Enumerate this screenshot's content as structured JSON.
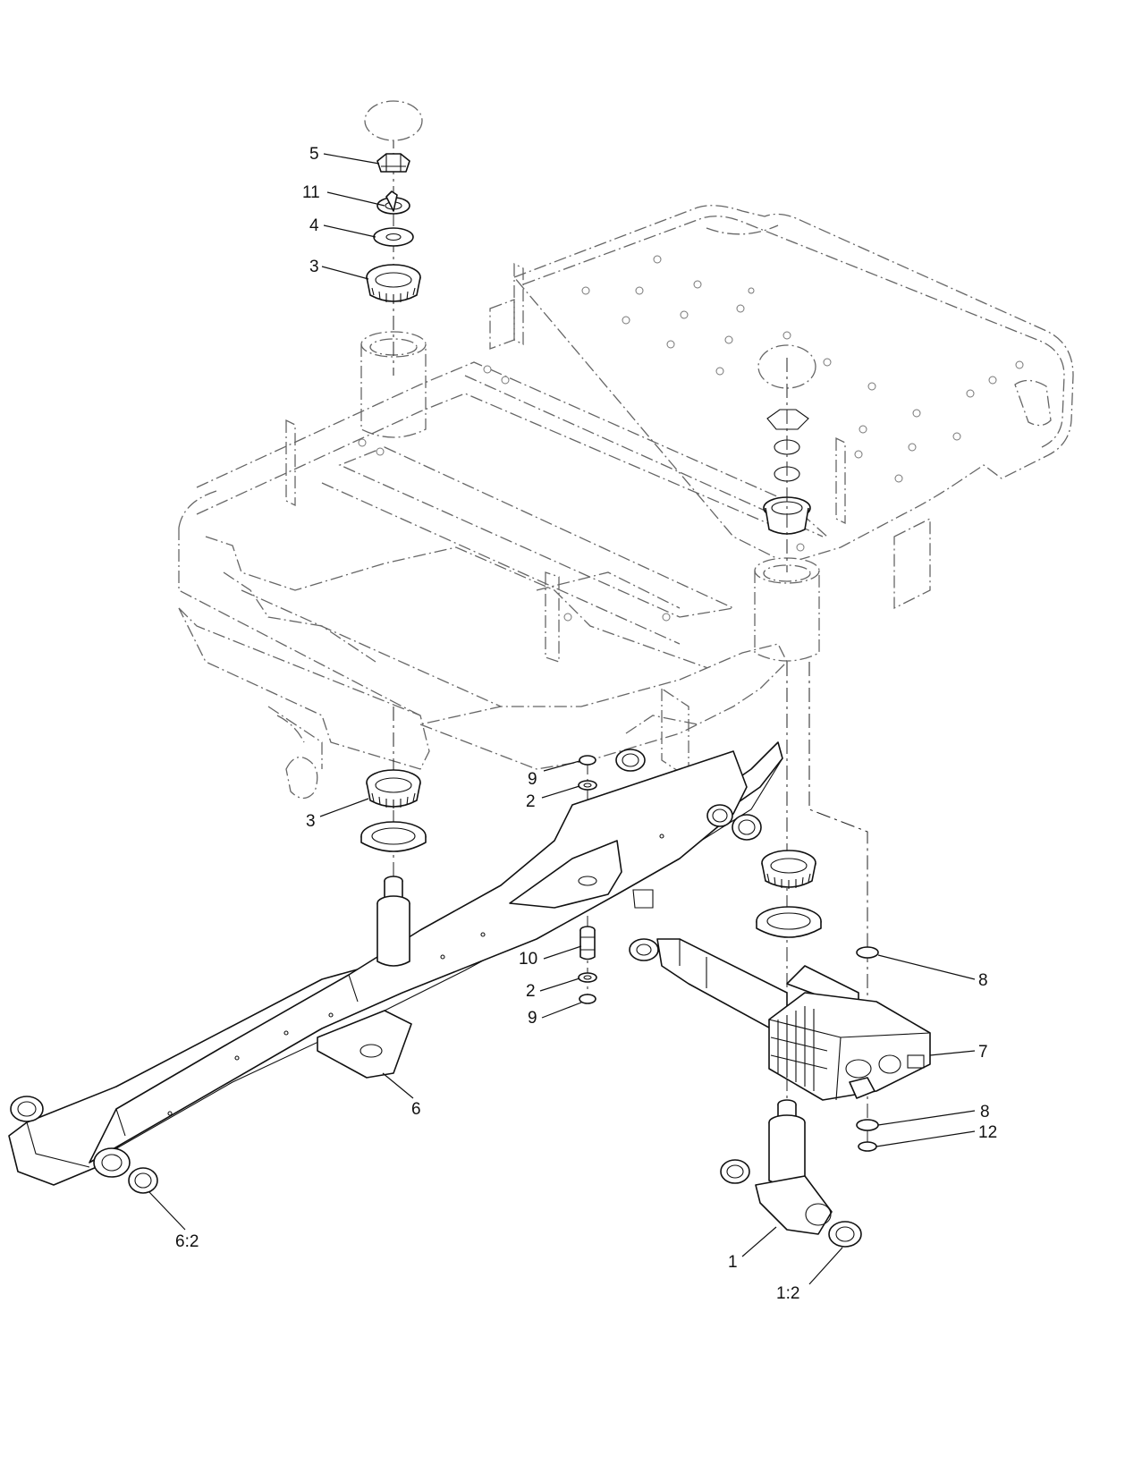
{
  "callouts": [
    {
      "id": "c5",
      "label": "5"
    },
    {
      "id": "c11",
      "label": "11"
    },
    {
      "id": "c4",
      "label": "4"
    },
    {
      "id": "c3a",
      "label": "3"
    },
    {
      "id": "c9a",
      "label": "9"
    },
    {
      "id": "c2a",
      "label": "2"
    },
    {
      "id": "c3b",
      "label": "3"
    },
    {
      "id": "c10",
      "label": "10"
    },
    {
      "id": "c2b",
      "label": "2"
    },
    {
      "id": "c9b",
      "label": "9"
    },
    {
      "id": "c6",
      "label": "6"
    },
    {
      "id": "c62",
      "label": "6:2"
    },
    {
      "id": "c8a",
      "label": "8"
    },
    {
      "id": "c7",
      "label": "7"
    },
    {
      "id": "c8b",
      "label": "8"
    },
    {
      "id": "c12",
      "label": "12"
    },
    {
      "id": "c1",
      "label": "1"
    },
    {
      "id": "c12b",
      "label": "1:2"
    }
  ]
}
